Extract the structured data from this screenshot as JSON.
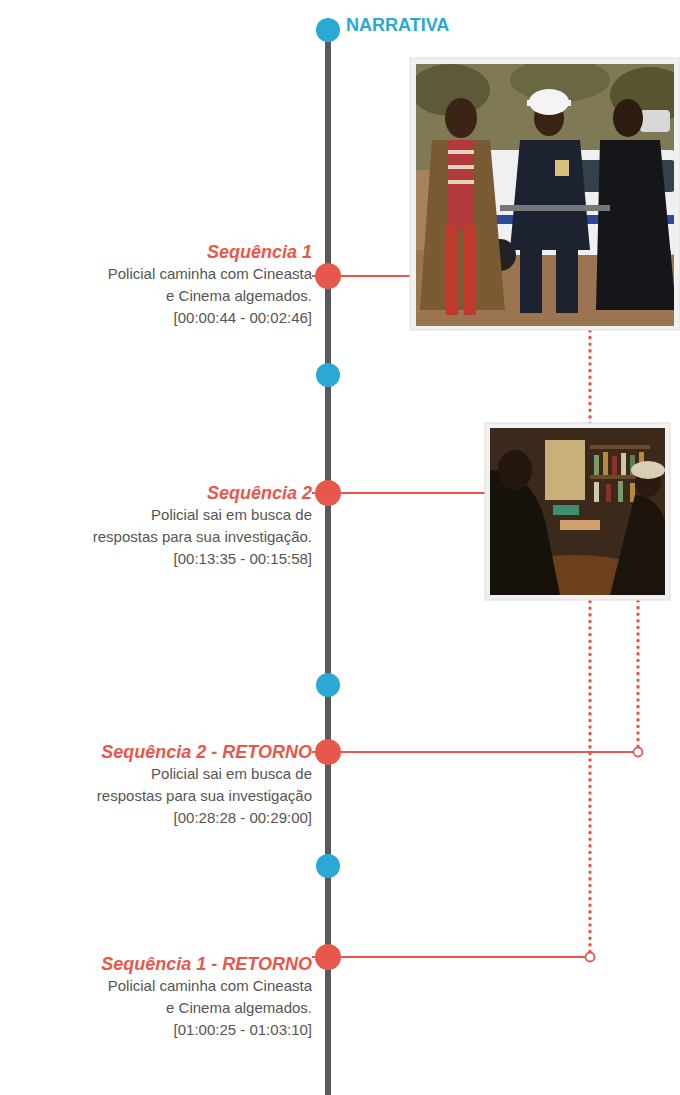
{
  "diagram": {
    "title": "NARRATIVA",
    "nodes": [
      {
        "text": [
          "Sequência 1",
          "Policial caminha com Cineasta e Cinema algemados.",
          "[00:00:44 - 00:02:46]"
        ]
      },
      {
        "text": [
          "Sequência 2",
          "Policial sai em busca de respostas para sua investigação.",
          "[00:13:35 - 00:15:58]"
        ]
      },
      {
        "text": [
          "Sequência 2 - RETORNO",
          "Policial sai em busca de respostas para sua investigação",
          "[00:28:28 - 00:29:00]"
        ]
      },
      {
        "text": [
          "Sequência 1 - RETORNO",
          "Policial caminha com Cineasta e Cinema algemados.",
          "[01:00:25 - 01:03:10]"
        ]
      }
    ],
    "edges": [
      {
        "from": 0,
        "to": 3,
        "arrow": "none"
      },
      {
        "from": 1,
        "to": 2,
        "arrow": "none"
      }
    ]
  }
}
